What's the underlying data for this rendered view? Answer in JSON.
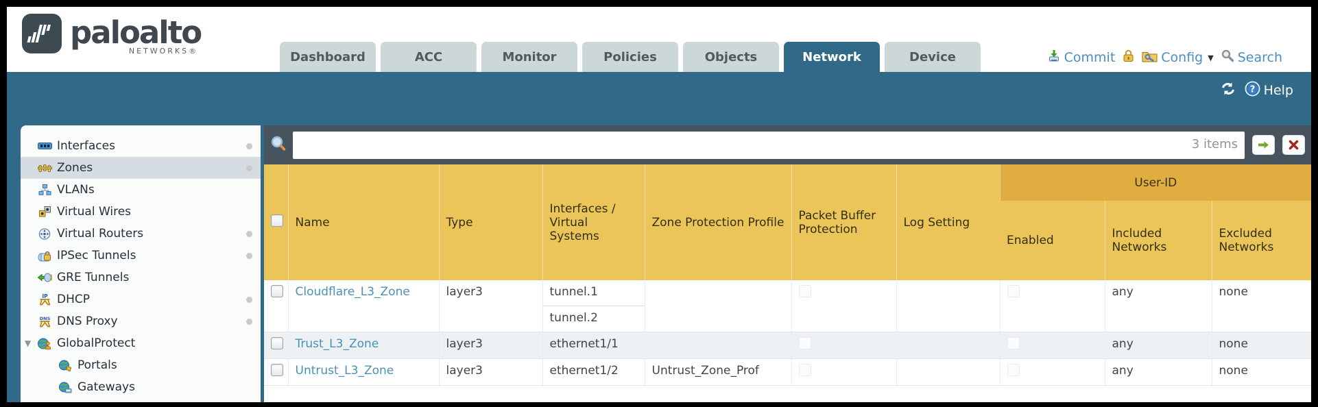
{
  "brand": {
    "name": "paloalto",
    "sub": "NETWORKS®"
  },
  "nav": {
    "tabs": [
      {
        "label": "Dashboard"
      },
      {
        "label": "ACC"
      },
      {
        "label": "Monitor"
      },
      {
        "label": "Policies"
      },
      {
        "label": "Objects"
      },
      {
        "label": "Network"
      },
      {
        "label": "Device"
      }
    ],
    "active_tab": "Network"
  },
  "actions": {
    "commit": "Commit",
    "config": "Config",
    "search": "Search",
    "help": "Help"
  },
  "sidebar": {
    "items": [
      {
        "label": "Interfaces"
      },
      {
        "label": "Zones"
      },
      {
        "label": "VLANs"
      },
      {
        "label": "Virtual Wires"
      },
      {
        "label": "Virtual Routers"
      },
      {
        "label": "IPSec Tunnels"
      },
      {
        "label": "GRE Tunnels"
      },
      {
        "label": "DHCP"
      },
      {
        "label": "DNS Proxy"
      },
      {
        "label": "GlobalProtect"
      },
      {
        "label": "Portals"
      },
      {
        "label": "Gateways"
      }
    ],
    "selected": "Zones"
  },
  "filterbar": {
    "items_count": "3 items",
    "filter_value": ""
  },
  "table": {
    "group_header": "User-ID",
    "columns": [
      "Name",
      "Type",
      "Interfaces / Virtual Systems",
      "Zone Protection Profile",
      "Packet Buffer Protection",
      "Log Setting",
      "Enabled",
      "Included Networks",
      "Excluded Networks"
    ],
    "rows": [
      {
        "name": "Cloudflare_L3_Zone",
        "type": "layer3",
        "interfaces": [
          "tunnel.1",
          "tunnel.2"
        ],
        "zone_protection_profile": "",
        "log_setting": "",
        "included_networks": "any",
        "excluded_networks": "none"
      },
      {
        "name": "Trust_L3_Zone",
        "type": "layer3",
        "interfaces": [
          "ethernet1/1"
        ],
        "zone_protection_profile": "",
        "log_setting": "",
        "included_networks": "any",
        "excluded_networks": "none"
      },
      {
        "name": "Untrust_L3_Zone",
        "type": "layer3",
        "interfaces": [
          "ethernet1/2"
        ],
        "zone_protection_profile": "Untrust_Zone_Prof",
        "log_setting": "",
        "included_networks": "any",
        "excluded_networks": "none"
      }
    ]
  },
  "colors": {
    "teal": "#316a89",
    "slate": "#47535d",
    "header_amber": "#ebc45a",
    "band_amber": "#e0ad40",
    "link_blue": "#4a90b6"
  }
}
